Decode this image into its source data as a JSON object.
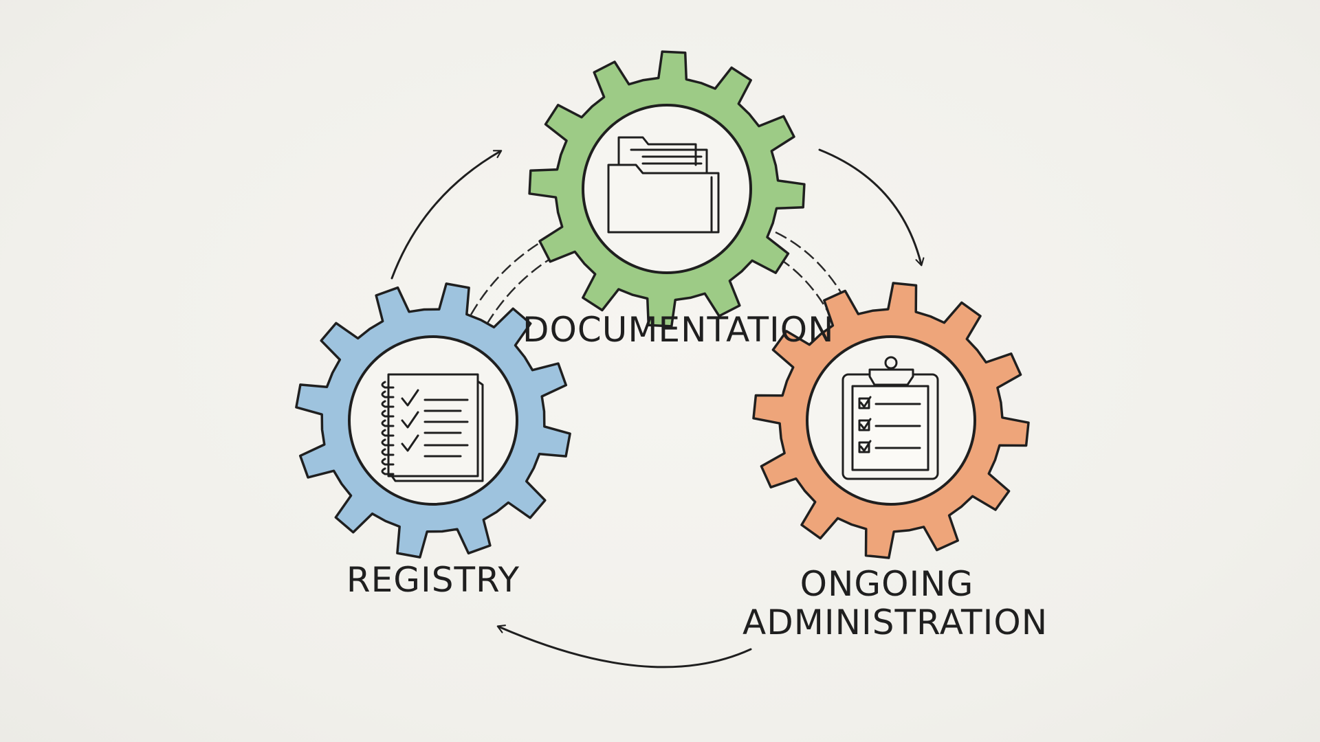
{
  "labels": {
    "documentation": "DOCUMENTATION",
    "registry": "REGISTRY",
    "ongoing_line1": "ONGOING",
    "ongoing_line2": "ADMINISTRATION"
  },
  "nodes": [
    {
      "id": "documentation",
      "color": "#9dcb86",
      "icon": "folder-icon"
    },
    {
      "id": "registry",
      "color": "#9ec3de",
      "icon": "checklist-notebook-icon"
    },
    {
      "id": "ongoing-administration",
      "color": "#eea57a",
      "icon": "clipboard-checklist-icon"
    }
  ],
  "flow": [
    "registry",
    "documentation",
    "ongoing-administration",
    "registry"
  ],
  "colors": {
    "stroke": "#1f1f1f",
    "background": "#f3f2ee"
  }
}
